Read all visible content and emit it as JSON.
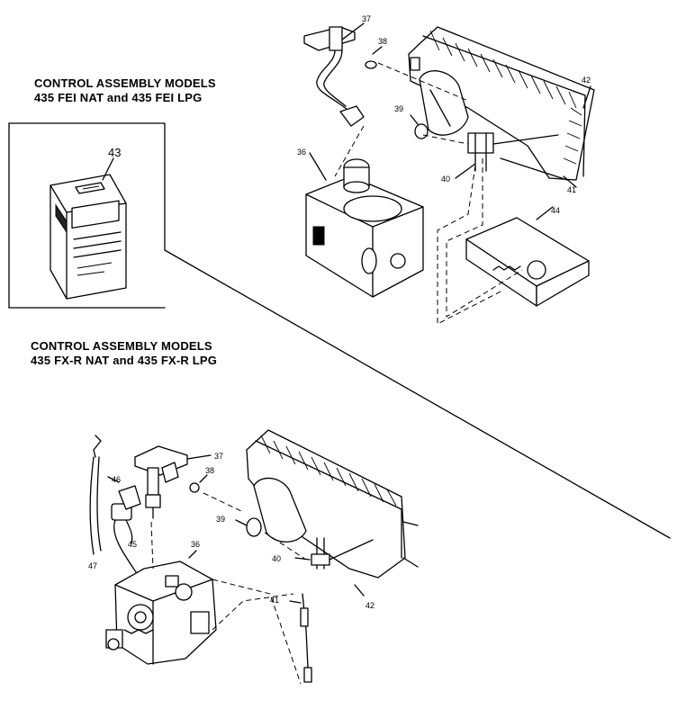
{
  "headings": {
    "top_line1": "CONTROL ASSEMBLY MODELS",
    "top_line2": "435 FEI NAT and 435 FEI LPG",
    "bottom_line1": "CONTROL ASSEMBLY MODELS",
    "bottom_line2": "435 FX-R NAT and 435 FX-R LPG"
  },
  "callouts_top": {
    "p37": "37",
    "p38": "38",
    "p39": "39",
    "p36": "36",
    "p40": "40",
    "p41": "41",
    "p42": "42",
    "p43": "43",
    "p44": "44"
  },
  "callouts_bottom": {
    "p46": "46",
    "p37": "37",
    "p38": "38",
    "p45": "45",
    "p47": "47",
    "p36": "36",
    "p39": "39",
    "p40": "40",
    "p41": "41",
    "p42": "42"
  }
}
